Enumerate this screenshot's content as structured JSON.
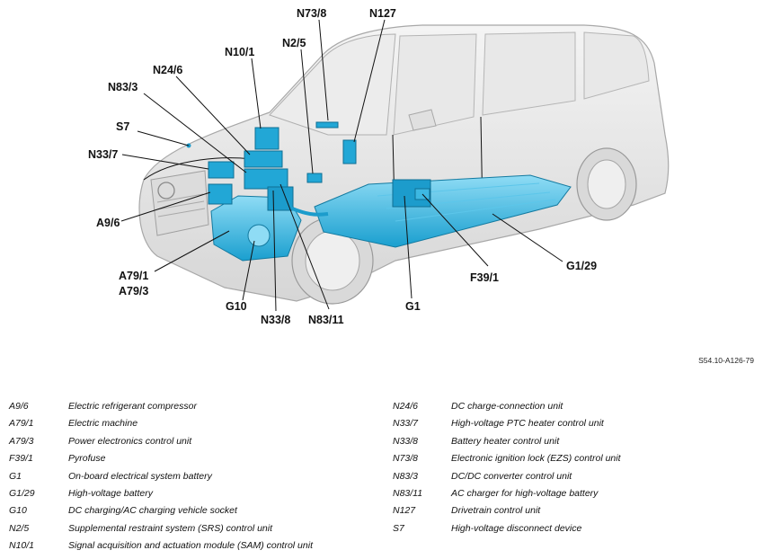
{
  "figure_id": "S54.10-A126-79",
  "callouts": {
    "n73_8": "N73/8",
    "n127": "N127",
    "n10_1": "N10/1",
    "n2_5": "N2/5",
    "n24_6": "N24/6",
    "n83_3": "N83/3",
    "s7": "S7",
    "n33_7": "N33/7",
    "a9_6": "A9/6",
    "a79_1": "A79/1",
    "a79_3": "A79/3",
    "g10": "G10",
    "n33_8": "N33/8",
    "n83_11": "N83/11",
    "g1": "G1",
    "f39_1": "F39/1",
    "g1_29": "G1/29"
  },
  "legend_left": [
    {
      "code": "A9/6",
      "desc": "Electric refrigerant compressor"
    },
    {
      "code": "A79/1",
      "desc": "Electric machine"
    },
    {
      "code": "A79/3",
      "desc": "Power electronics control unit"
    },
    {
      "code": "F39/1",
      "desc": "Pyrofuse"
    },
    {
      "code": "G1",
      "desc": "On-board electrical system battery"
    },
    {
      "code": "G1/29",
      "desc": "High-voltage battery"
    },
    {
      "code": "G10",
      "desc": "DC charging/AC charging vehicle socket"
    },
    {
      "code": "N2/5",
      "desc": "Supplemental restraint system (SRS) control unit"
    },
    {
      "code": "N10/1",
      "desc": "Signal acquisition and actuation module (SAM) control unit"
    }
  ],
  "legend_right": [
    {
      "code": "N24/6",
      "desc": "DC charge-connection unit"
    },
    {
      "code": "N33/7",
      "desc": "High-voltage PTC heater control unit"
    },
    {
      "code": "N33/8",
      "desc": "Battery heater control unit"
    },
    {
      "code": "N73/8",
      "desc": "Electronic ignition lock (EZS) control unit"
    },
    {
      "code": "N83/3",
      "desc": "DC/DC converter control unit"
    },
    {
      "code": "N83/11",
      "desc": "AC charger for high-voltage battery"
    },
    {
      "code": "N127",
      "desc": "Drivetrain control unit"
    },
    {
      "code": "S7",
      "desc": "High-voltage disconnect device"
    }
  ],
  "colors": {
    "component_fill": "#1fa9d6",
    "component_highlight": "#7fd6f2",
    "vehicle_body": "#e4e4e4",
    "vehicle_outline": "#9a9a9a"
  }
}
